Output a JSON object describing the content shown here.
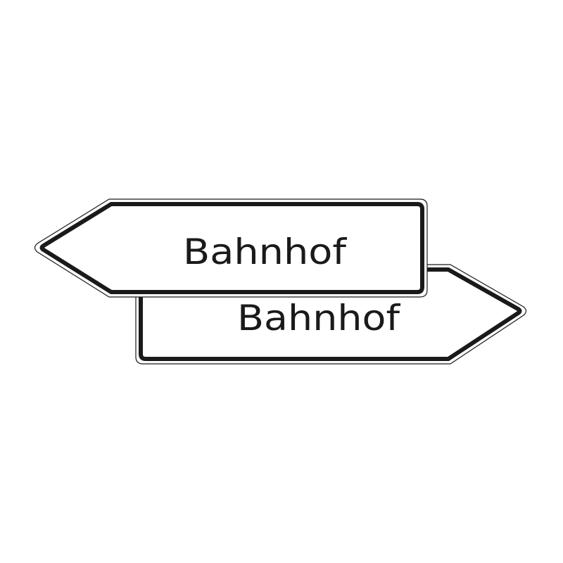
{
  "signs": [
    {
      "direction": "left",
      "label": "Bahnhof"
    },
    {
      "direction": "right",
      "label": "Bahnhof"
    }
  ],
  "colors": {
    "background": "#ffffff",
    "border": "#1a1a1a",
    "text": "#1a1a1a"
  }
}
